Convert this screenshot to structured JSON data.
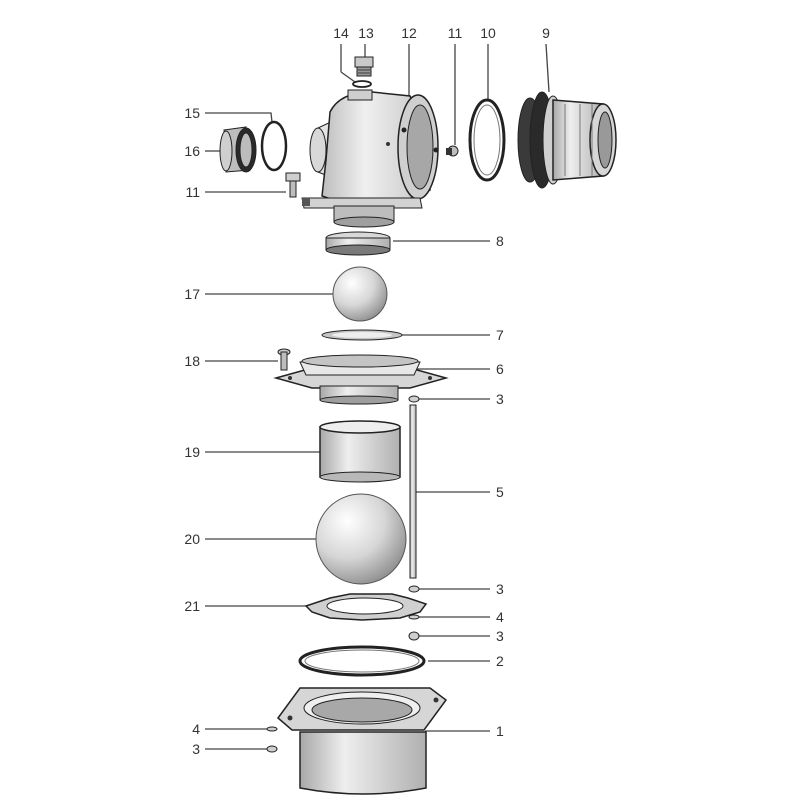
{
  "colors": {
    "part_fill": "#dcdcdc",
    "part_shade": "#b5b5b5",
    "part_dark": "#2a2a2a",
    "leader": "#444444"
  },
  "callouts": {
    "n14": "14",
    "n13": "13",
    "n12": "12",
    "n11_top": "11",
    "n10": "10",
    "n9": "9",
    "n15": "15",
    "n16": "16",
    "n11_left": "11",
    "n8": "8",
    "n17": "17",
    "n7": "7",
    "n18": "18",
    "n6": "6",
    "n3_a": "3",
    "n19": "19",
    "n5": "5",
    "n20": "20",
    "n3_b": "3",
    "n21": "21",
    "n4_a": "4",
    "n3_c": "3",
    "n2": "2",
    "n4_b": "4",
    "n1": "1",
    "n3_d": "3"
  }
}
